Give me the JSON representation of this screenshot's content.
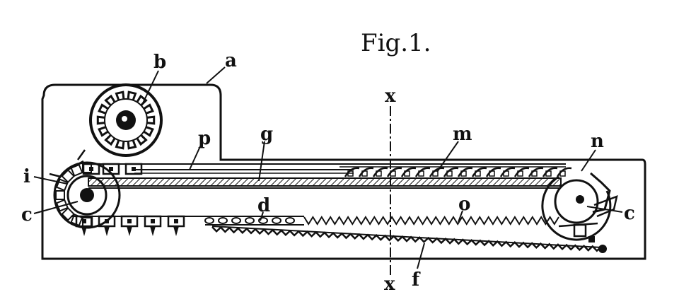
{
  "figure": {
    "title": "Fig.1.",
    "labels": {
      "a": "a",
      "b": "b",
      "p": "p",
      "g": "g",
      "m": "m",
      "n": "n",
      "i": "i",
      "c_left": "c",
      "c_right": "c",
      "d": "d",
      "o": "o",
      "f": "f",
      "x_top": "x",
      "x_bottom": "x"
    }
  },
  "colors": {
    "ink": "#111111",
    "paper": "#ffffff"
  }
}
